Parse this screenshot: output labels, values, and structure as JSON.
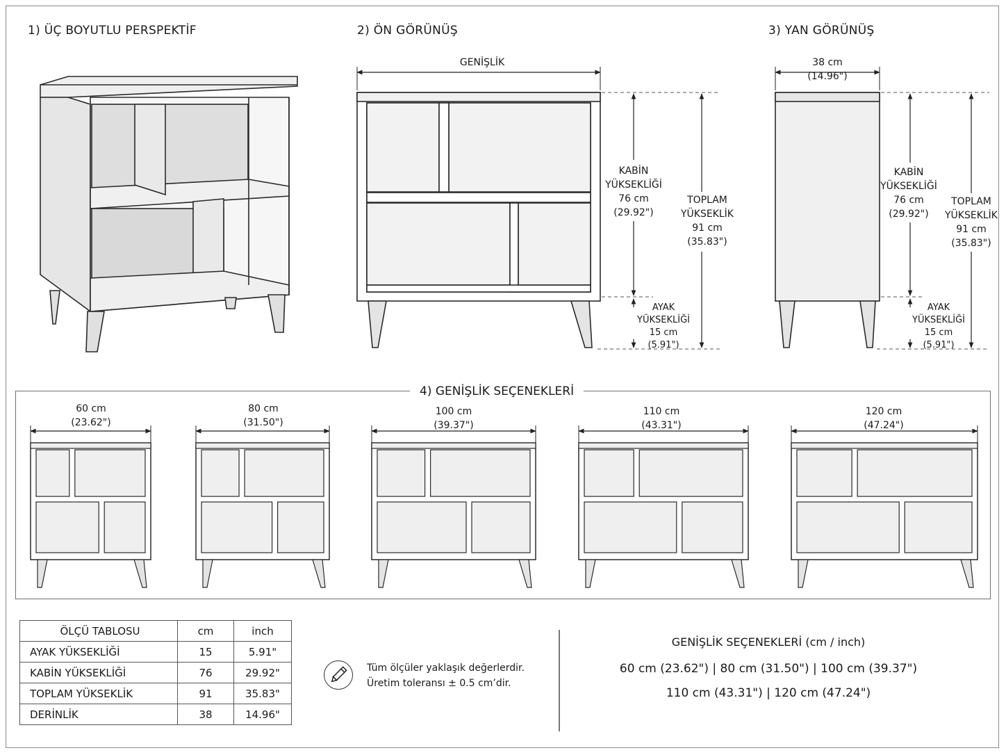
{
  "sections": {
    "perspective_title": "1) ÜÇ BOYUTLU PERSPEKTİF",
    "front_title": "2) ÖN GÖRÜNÜŞ",
    "side_title": "3) YAN GÖRÜNÜŞ",
    "options_title": "4) GENİŞLİK SEÇENEKLERİ"
  },
  "front_view": {
    "width_label": "GENİŞLİK",
    "cabinet_height": [
      "KABİN",
      "YÜKSEKLİĞİ",
      "76 cm",
      "(29.92\")"
    ],
    "total_height": [
      "TOPLAM",
      "YÜKSEKLİK",
      "91 cm",
      "(35.83\")"
    ],
    "leg_height": [
      "AYAK",
      "YÜKSEKLİĞİ",
      "15 cm",
      "(5.91\")"
    ]
  },
  "side_view": {
    "depth": [
      "38 cm",
      "(14.96\")"
    ],
    "cabinet_height": [
      "KABİN",
      "YÜKSEKLİĞİ",
      "76 cm",
      "(29.92\")"
    ],
    "total_height": [
      "TOPLAM",
      "YÜKSEKLİK",
      "91 cm",
      "(35.83\")"
    ],
    "leg_height": [
      "AYAK",
      "YÜKSEKLİĞİ",
      "15 cm",
      "(5.91\")"
    ]
  },
  "width_options": [
    {
      "cm": "60 cm",
      "inch": "(23.62\")"
    },
    {
      "cm": "80 cm",
      "inch": "(31.50\")"
    },
    {
      "cm": "100 cm",
      "inch": "(39.37\")"
    },
    {
      "cm": "110 cm",
      "inch": "(43.31\")"
    },
    {
      "cm": "120 cm",
      "inch": "(47.24\")"
    }
  ],
  "spec_table": {
    "headers": [
      "ÖLÇÜ TABLOSU",
      "cm",
      "inch"
    ],
    "rows": [
      [
        "AYAK YÜKSEKLİĞİ",
        "15",
        "5.91\""
      ],
      [
        "KABİN YÜKSEKLİĞİ",
        "76",
        "29.92\""
      ],
      [
        "TOPLAM YÜKSEKLİK",
        "91",
        "35.83\""
      ],
      [
        "DERİNLİK",
        "38",
        "14.96\""
      ]
    ]
  },
  "note": {
    "icon": "pencil-icon",
    "line1": "Tüm ölçüler yaklaşık değerlerdir.",
    "line2": "Üretim toleransı   ± 0.5 cm’dir."
  },
  "options_summary": {
    "title": "GENİŞLİK SEÇENEKLERİ (cm / inch)",
    "row1": "60 cm (23.62\")   |   80 cm (31.50\")   |   100 cm (39.37\")",
    "row2": "110 cm (43.31\")   |   120 cm (47.24\")"
  },
  "colors": {
    "line": "#2a2a2a",
    "fill": "#f4f4f4",
    "shade": "#dcdcdc"
  }
}
